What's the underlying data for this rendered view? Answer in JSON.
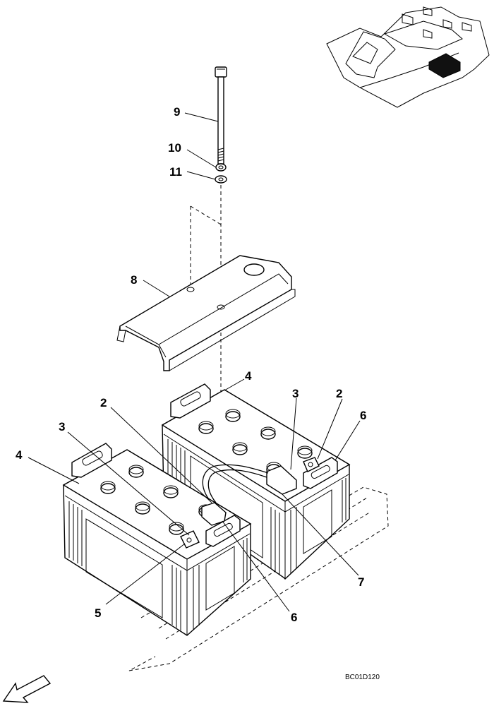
{
  "drawing_code": "BC01D120",
  "callouts": {
    "c9": "9",
    "c10": "10",
    "c11": "11",
    "c8": "8",
    "c4_right": "4",
    "c2_left": "2",
    "c3_right": "3",
    "c2_right": "2",
    "c6_right": "6",
    "c3_left": "3",
    "c4_left": "4",
    "c5": "5",
    "c6_bottom": "6",
    "c7": "7"
  },
  "icons": {
    "locator": "machine-location-thumbnail",
    "direction": "front-direction-arrow"
  }
}
